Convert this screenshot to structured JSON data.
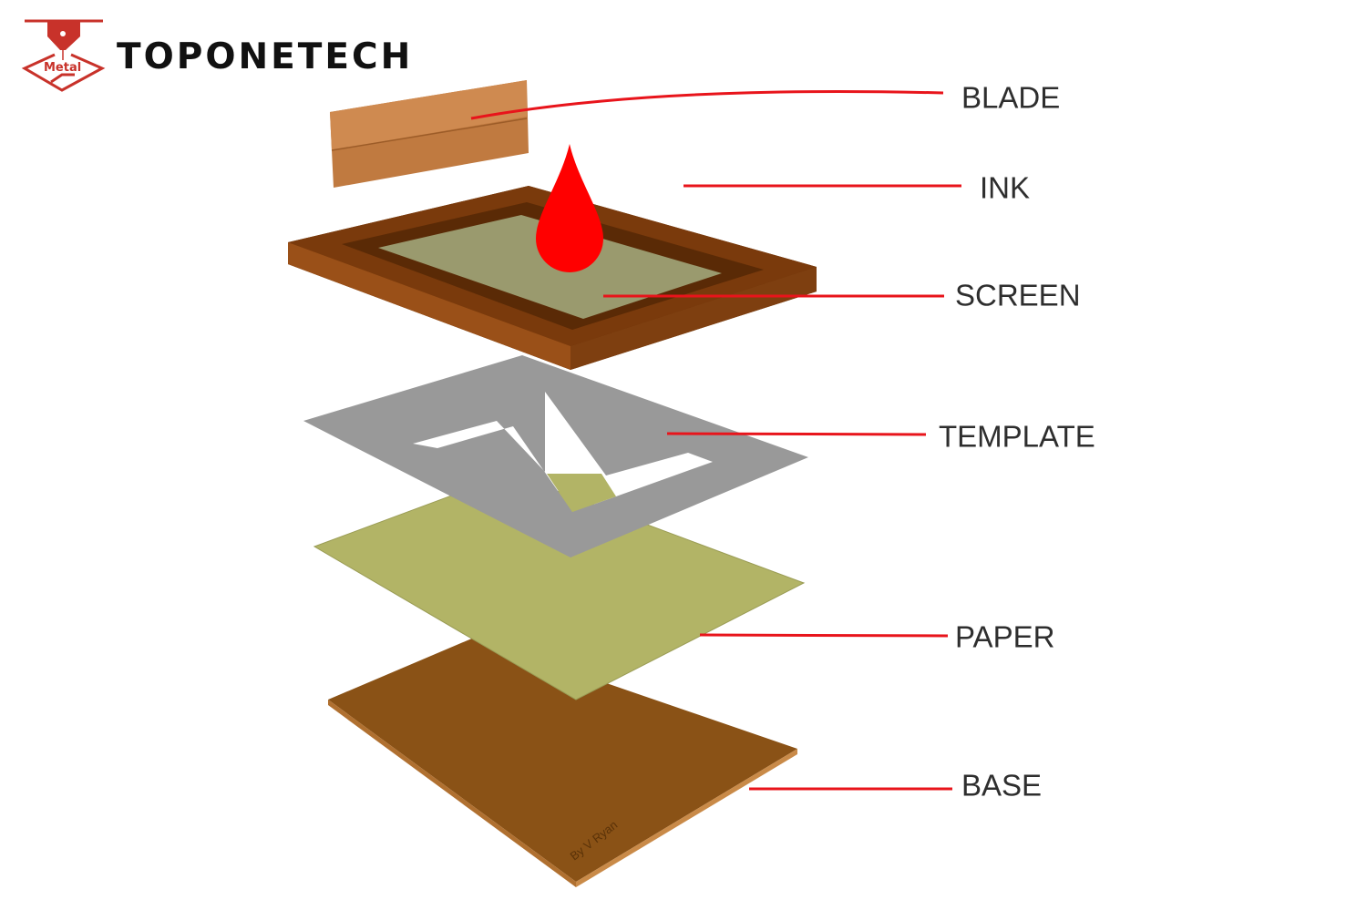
{
  "brand": {
    "name": "TOPONETECH",
    "logo_text": "Metal",
    "color": "#c8322a"
  },
  "labels": {
    "blade": "BLADE",
    "ink": "INK",
    "screen": "SCREEN",
    "template": "TEMPLATE",
    "paper": "PAPER",
    "base": "BASE"
  },
  "credit": "By V Ryan",
  "colors": {
    "leader": "#e8141b",
    "ink": "#ff0000",
    "frame": "#7a3a0c",
    "template": "#999999",
    "paper": "#b2b466",
    "base": "#8a5216"
  }
}
